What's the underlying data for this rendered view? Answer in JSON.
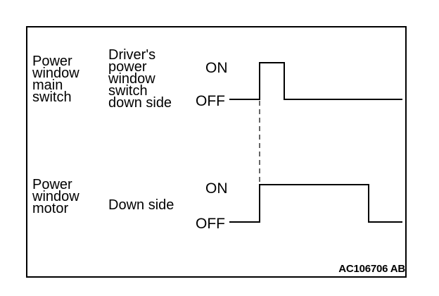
{
  "diagram": {
    "rows": [
      {
        "component": "Power\nwindow\nmain\nswitch",
        "signal": "Driver's\npower\nwindow\nswitch\ndown side",
        "on_label": "ON",
        "off_label": "OFF"
      },
      {
        "component": "Power\nwindow\nmotor",
        "signal": "Down side",
        "on_label": "ON",
        "off_label": "OFF"
      }
    ],
    "figure_code": "AC106706 AB"
  },
  "colors": {
    "line": "#000000",
    "background": "#ffffff"
  }
}
